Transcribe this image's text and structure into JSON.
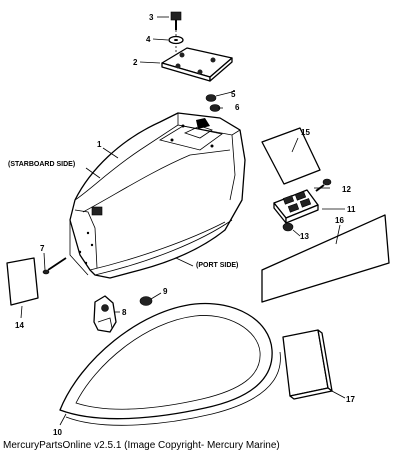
{
  "callouts": {
    "n1": "1",
    "n2": "2",
    "n3": "3",
    "n4": "4",
    "n5": "5",
    "n6": "6",
    "n7": "7",
    "n8": "8",
    "n9": "9",
    "n10": "10",
    "n11": "11",
    "n12": "12",
    "n13": "13",
    "n14": "14",
    "n15": "15",
    "n16": "16",
    "n17": "17"
  },
  "labels": {
    "starboard": "(STARBOARD SIDE)",
    "port": "(PORT SIDE)"
  },
  "footer": {
    "copyright": "MercuryPartsOnline v2.5.1 (Image Copyright- Mercury Marine)"
  }
}
